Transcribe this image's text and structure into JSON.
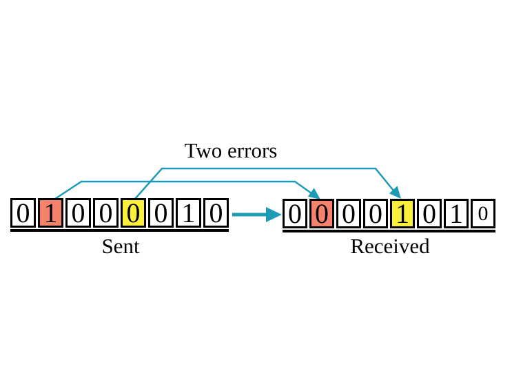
{
  "title": "Two errors",
  "colors": {
    "background": "#FFFFFF",
    "connector_teal": "#1E9BB4",
    "error_red": "#F5826A",
    "error_yellow": "#FAF03C",
    "border_black": "#000000"
  },
  "sent": {
    "label": "Sent",
    "bits": [
      "0",
      "1",
      "0",
      "0",
      "0",
      "0",
      "1",
      "0"
    ],
    "error_positions": [
      1,
      4
    ]
  },
  "received": {
    "label": "Received",
    "bits": [
      "0",
      "0",
      "0",
      "0",
      "1",
      "0",
      "1",
      "0"
    ],
    "error_positions": [
      1,
      4
    ]
  }
}
